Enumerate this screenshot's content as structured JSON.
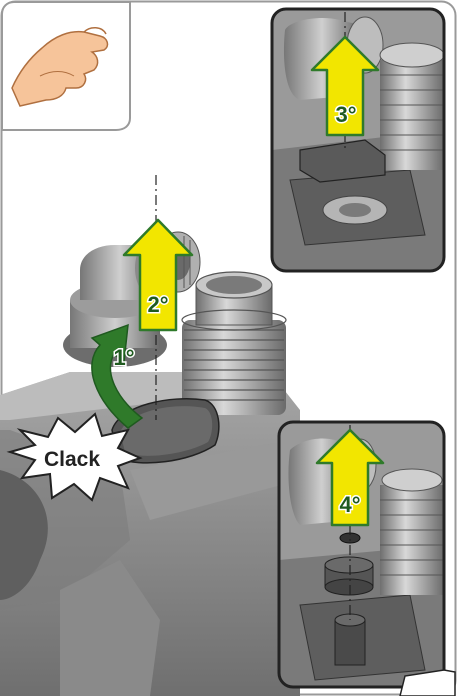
{
  "steps": {
    "step1": "1°",
    "step2": "2°",
    "step3": "3°",
    "step4": "4°"
  },
  "sound_effect": "Clack",
  "icons": {
    "hand": "hand-pinch-icon",
    "arrow": "up-arrow-icon",
    "rotate": "curved-arrow-icon",
    "burst": "starburst-icon"
  },
  "colors": {
    "arrow_fill": "#f2e600",
    "arrow_stroke": "#2f7a2a",
    "label_text": "#1f5a1f",
    "rotate_arrow": "#2f7a2a",
    "skin": "#f6c49a",
    "frame": "#9a9a9a",
    "inset_border": "#222222",
    "machine_gray": "#8b8b8b"
  }
}
